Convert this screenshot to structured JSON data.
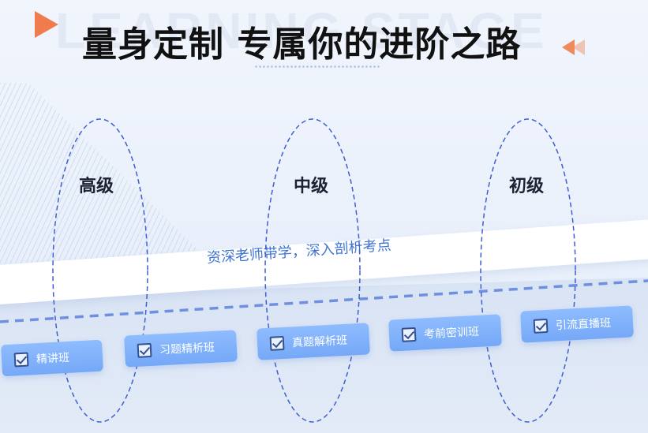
{
  "header": {
    "watermark": "LEARNING STAGE",
    "title": "量身定制 专属你的进阶之路"
  },
  "levels": [
    {
      "label": "高级"
    },
    {
      "label": "中级"
    },
    {
      "label": "初级"
    }
  ],
  "band": {
    "text": "资深老师带学，深入剖析考点"
  },
  "courses": [
    {
      "label": "精讲班"
    },
    {
      "label": "习题精析班"
    },
    {
      "label": "真题解析班"
    },
    {
      "label": "考前密训班"
    },
    {
      "label": "引流直播班"
    }
  ],
  "colors": {
    "accent_orange": "#f07c4e",
    "band_text": "#3f74d6",
    "course_bg": "#7fb0fa",
    "dash_line": "#3e5fd0"
  }
}
